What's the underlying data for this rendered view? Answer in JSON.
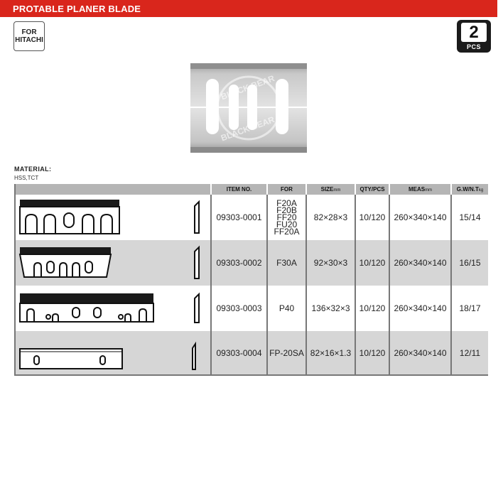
{
  "banner": {
    "title": "PROTABLE PLANER BLADE"
  },
  "brand_badge": {
    "line1": "FOR",
    "line2": "HITACHI"
  },
  "pack_badge": {
    "count": "2",
    "unit": "PCS"
  },
  "photo": {
    "watermark": "BLACK BEAR"
  },
  "material": {
    "label": "MATERIAL:",
    "value": "HSS,TCT"
  },
  "table": {
    "headers": {
      "item_no": "ITEM NO.",
      "for": "FOR",
      "size": "SIZE",
      "size_unit": "mm",
      "qty": "QTY/PCS",
      "meas": "MEAS",
      "meas_unit": "mm",
      "gw": "G.W/N.T",
      "gw_unit": "kg"
    },
    "rows": [
      {
        "item_no": "09303-0001",
        "for": [
          "F20A",
          "F20B",
          "FF20",
          "FU20",
          "FF20A"
        ],
        "size": "82×28×3",
        "qty": "10/120",
        "meas": "260×340×140",
        "gw": "15/14"
      },
      {
        "item_no": "09303-0002",
        "for": [
          "F30A"
        ],
        "size": "92×30×3",
        "qty": "10/120",
        "meas": "260×340×140",
        "gw": "16/15"
      },
      {
        "item_no": "09303-0003",
        "for": [
          "P40"
        ],
        "size": "136×32×3",
        "qty": "10/120",
        "meas": "260×340×140",
        "gw": "18/17"
      },
      {
        "item_no": "09303-0004",
        "for": [
          "FP-20SA"
        ],
        "size": "82×16×1.3",
        "qty": "10/120",
        "meas": "260×340×140",
        "gw": "12/11"
      }
    ]
  },
  "colors": {
    "banner": "#d9261c",
    "header_gray": "#b5b5b5",
    "row_gray": "#d6d6d6"
  }
}
